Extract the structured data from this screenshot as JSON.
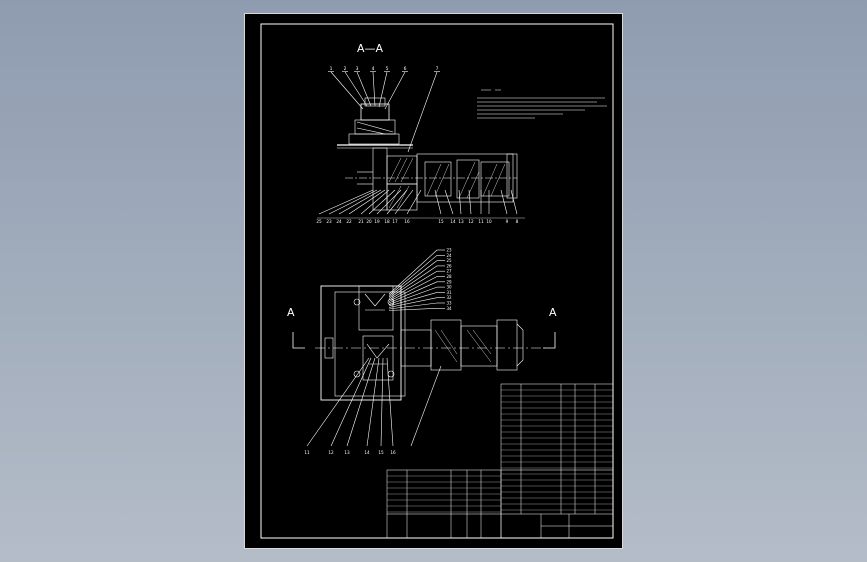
{
  "sheet": {
    "background": "#000000",
    "line_color": "#ffffff"
  },
  "views": {
    "section_title": "A—A",
    "cut_left": "A",
    "cut_right": "A"
  },
  "balloons": {
    "top_row": [
      "1",
      "2",
      "3",
      "4",
      "5",
      "6",
      "7"
    ],
    "section_bottom": [
      "25",
      "23",
      "24",
      "22",
      "21",
      "20",
      "19",
      "18",
      "17",
      "16",
      "15",
      "14",
      "13",
      "12",
      "11",
      "10",
      "9",
      "8"
    ],
    "plan_right_stack": [
      "23",
      "24",
      "25",
      "26",
      "27",
      "28",
      "29",
      "30",
      "31",
      "32",
      "33",
      "34"
    ],
    "plan_bottom": [
      "11",
      "12",
      "13",
      "14",
      "15",
      "16"
    ]
  }
}
